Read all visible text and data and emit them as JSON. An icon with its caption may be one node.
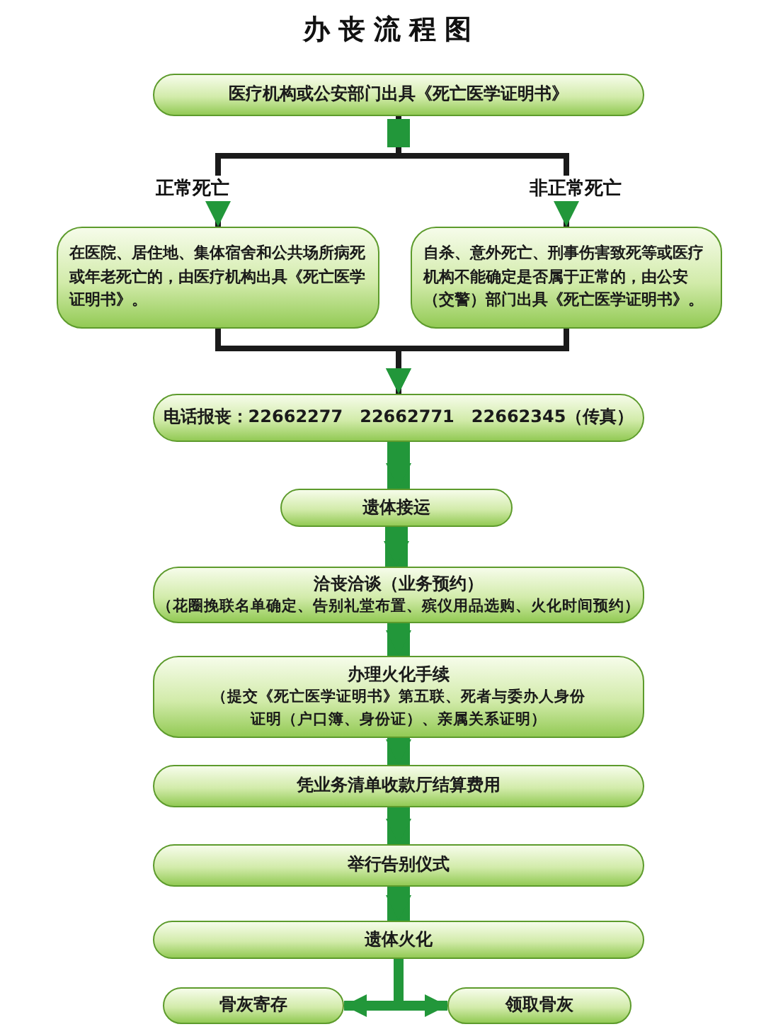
{
  "diagram": {
    "title": "办丧流程图",
    "nodes": [
      {
        "text": [
          "医疗机构或公安部门出具《死亡医学证明书》"
        ]
      },
      {
        "text": [
          "在医院、居住地、集体宿舍和公共场所病死或年老死亡的，由医疗机构出具《死亡医学证明书》。"
        ]
      },
      {
        "text": [
          "自杀、意外死亡、刑事伤害致死等或医疗机构不能确定是否属于正常的，由公安（交警）部门出具《死亡医学证明书》。"
        ]
      },
      {
        "text": [
          "电话报丧：22662277　22662771　22662345（传真）"
        ]
      },
      {
        "text": [
          "遗体接运"
        ]
      },
      {
        "text": [
          "洽丧洽谈（业务预约）",
          "（花圈挽联名单确定、告别礼堂布置、殡仪用品选购、火化时间预约）"
        ]
      },
      {
        "text": [
          "办理火化手续",
          "（提交《死亡医学证明书》第五联、死者与委办人身份证明（户口簿、身份证）、亲属关系证明）"
        ]
      },
      {
        "text": [
          "凭业务清单收款厅结算费用"
        ]
      },
      {
        "text": [
          "举行告别仪式"
        ]
      },
      {
        "text": [
          "遗体火化"
        ]
      },
      {
        "text": [
          "骨灰寄存"
        ]
      },
      {
        "text": [
          "领取骨灰"
        ]
      }
    ],
    "edges": [
      {
        "from": 0,
        "to": 1,
        "arrow": "to",
        "label": "正常死亡",
        "color": "#1a1a1a"
      },
      {
        "from": 0,
        "to": 2,
        "arrow": "to",
        "label": "非正常死亡",
        "color": "#1a1a1a"
      },
      {
        "from": 1,
        "to": 3,
        "arrow": "to",
        "color": "#1a1a1a"
      },
      {
        "from": 2,
        "to": 3,
        "arrow": "to",
        "color": "#1a1a1a"
      },
      {
        "from": 3,
        "to": 4,
        "arrow": "to",
        "style": "thick"
      },
      {
        "from": 4,
        "to": 5,
        "arrow": "to",
        "style": "thick"
      },
      {
        "from": 5,
        "to": 6,
        "arrow": "to",
        "style": "thick"
      },
      {
        "from": 6,
        "to": 7,
        "arrow": "to",
        "style": "thick"
      },
      {
        "from": 7,
        "to": 8,
        "arrow": "to",
        "style": "thick"
      },
      {
        "from": 8,
        "to": 9,
        "arrow": "to",
        "style": "thick"
      },
      {
        "from": 9,
        "to": 10,
        "arrow": "to"
      },
      {
        "from": 9,
        "to": 11,
        "arrow": "to"
      }
    ]
  }
}
